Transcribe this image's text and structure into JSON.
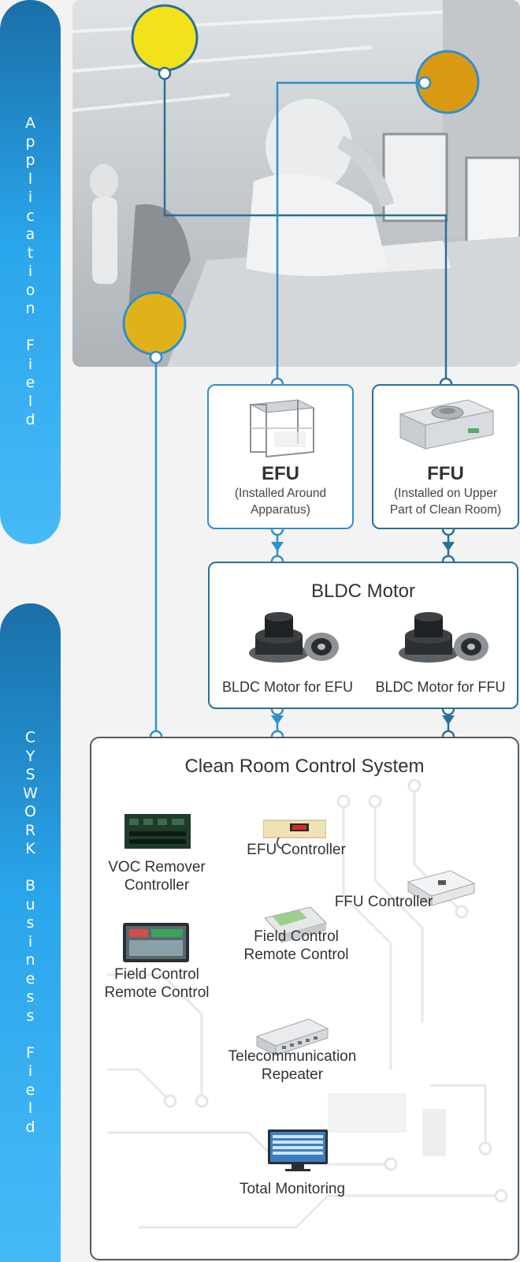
{
  "side_labels": {
    "application_field": "Application Field",
    "business_field": "CYSWORK Business Field"
  },
  "efu": {
    "title": "EFU",
    "subtitle_line1": "(Installed Around",
    "subtitle_line2": "Apparatus)"
  },
  "ffu": {
    "title": "FFU",
    "subtitle_line1": "(Installed on Upper",
    "subtitle_line2": "Part of Clean Room)"
  },
  "bldc": {
    "title": "BLDC Motor",
    "motor_efu": "BLDC Motor for EFU",
    "motor_ffu": "BLDC Motor for FFU"
  },
  "control_system": {
    "title": "Clean Room Control System",
    "voc_line1": "VOC Remover",
    "voc_line2": "Controller",
    "efu_controller": "EFU Controller",
    "ffu_controller": "FFU Controller",
    "field_left_line1": "Field Control",
    "field_left_line2": "Remote Control",
    "field_mid_line1": "Field Control",
    "field_mid_line2": "Remote Control",
    "repeater_line1": "Telecommunication",
    "repeater_line2": "Repeater",
    "total_monitoring": "Total Monitoring"
  },
  "colors": {
    "line_dark": "#2a6f9a",
    "line_light": "#2e8fcf",
    "arrow_light": "#2e9ee0",
    "arrow_orange": "#f08a24",
    "pill_blue": "#2aa6ec",
    "highlight_yellow": "#f2e21a",
    "highlight_amber": "#d99a12"
  },
  "icons": [
    "efu-unit-image",
    "ffu-unit-image",
    "bldc-motor-image",
    "controller-board-image",
    "touchscreen-panel-image",
    "repeater-device-image",
    "monitor-image"
  ]
}
